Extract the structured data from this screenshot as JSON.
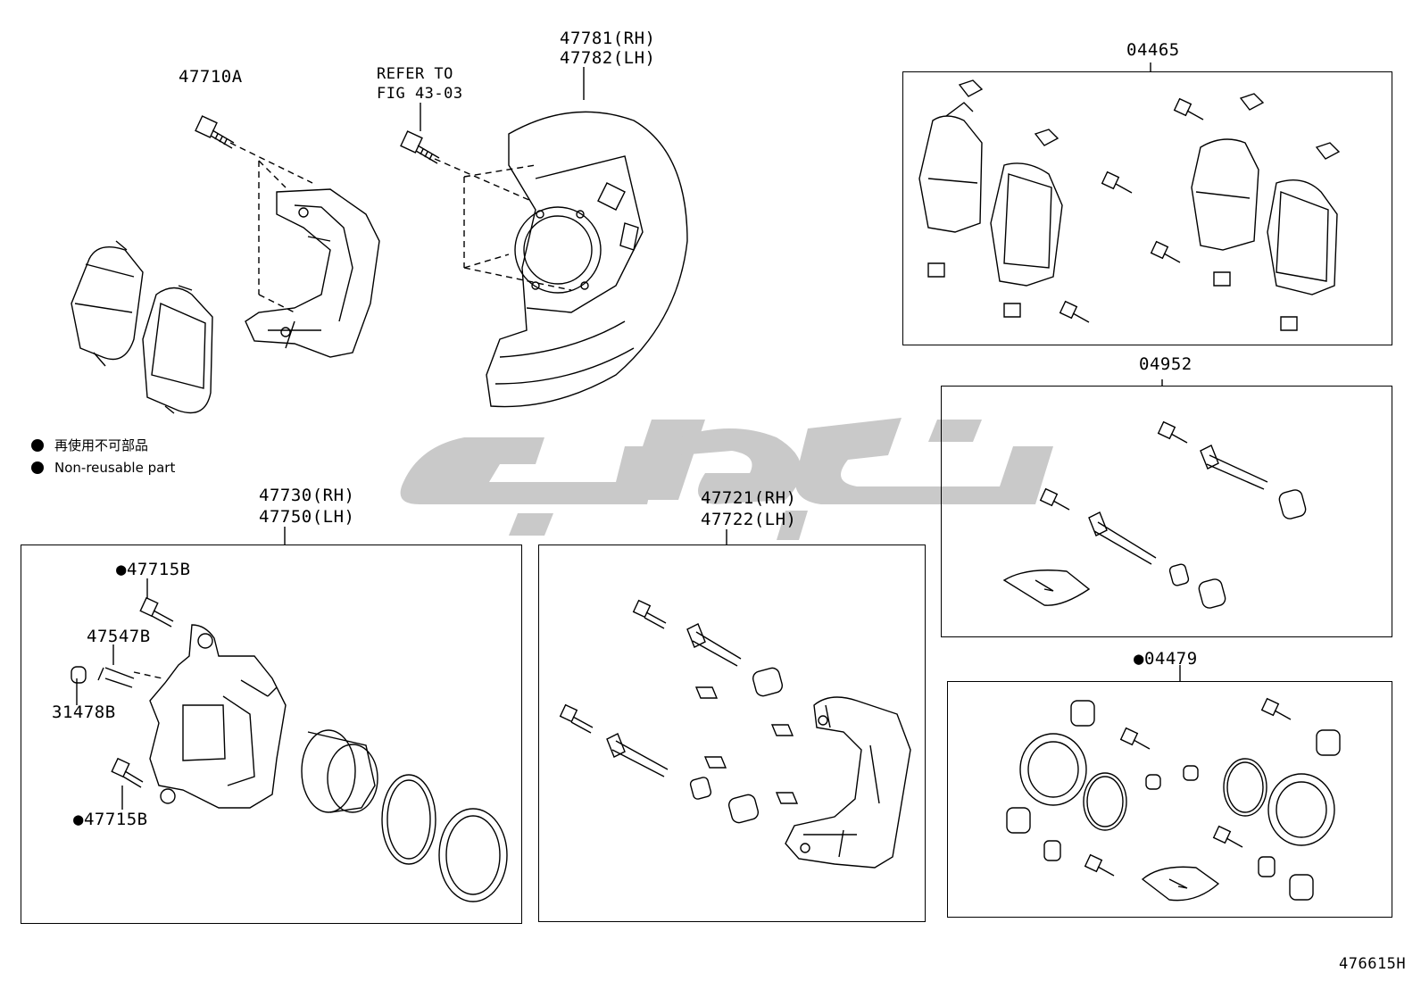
{
  "labels": {
    "p47710a": "47710A",
    "refer1": "REFER TO",
    "refer2": "FIG 43-03",
    "p47781": "47781(RH)",
    "p47782": "47782(LH)",
    "p04465": "04465",
    "p04952": "04952",
    "p04479": "●04479",
    "p47730": "47730(RH)",
    "p47750": "47750(LH)",
    "p47721": "47721(RH)",
    "p47722": "47722(LH)",
    "p47715b_top": "●47715B",
    "p47547b": "47547B",
    "p31478b": "31478B",
    "p47715b_bottom": "●47715B",
    "figure_id": "476615H"
  },
  "legend": {
    "items": [
      {
        "text": "再使用不可部品"
      },
      {
        "text": "Non-reusable part"
      }
    ]
  },
  "colors": {
    "line": "#000000",
    "watermark": "#c9c9c9",
    "background": "#ffffff"
  }
}
